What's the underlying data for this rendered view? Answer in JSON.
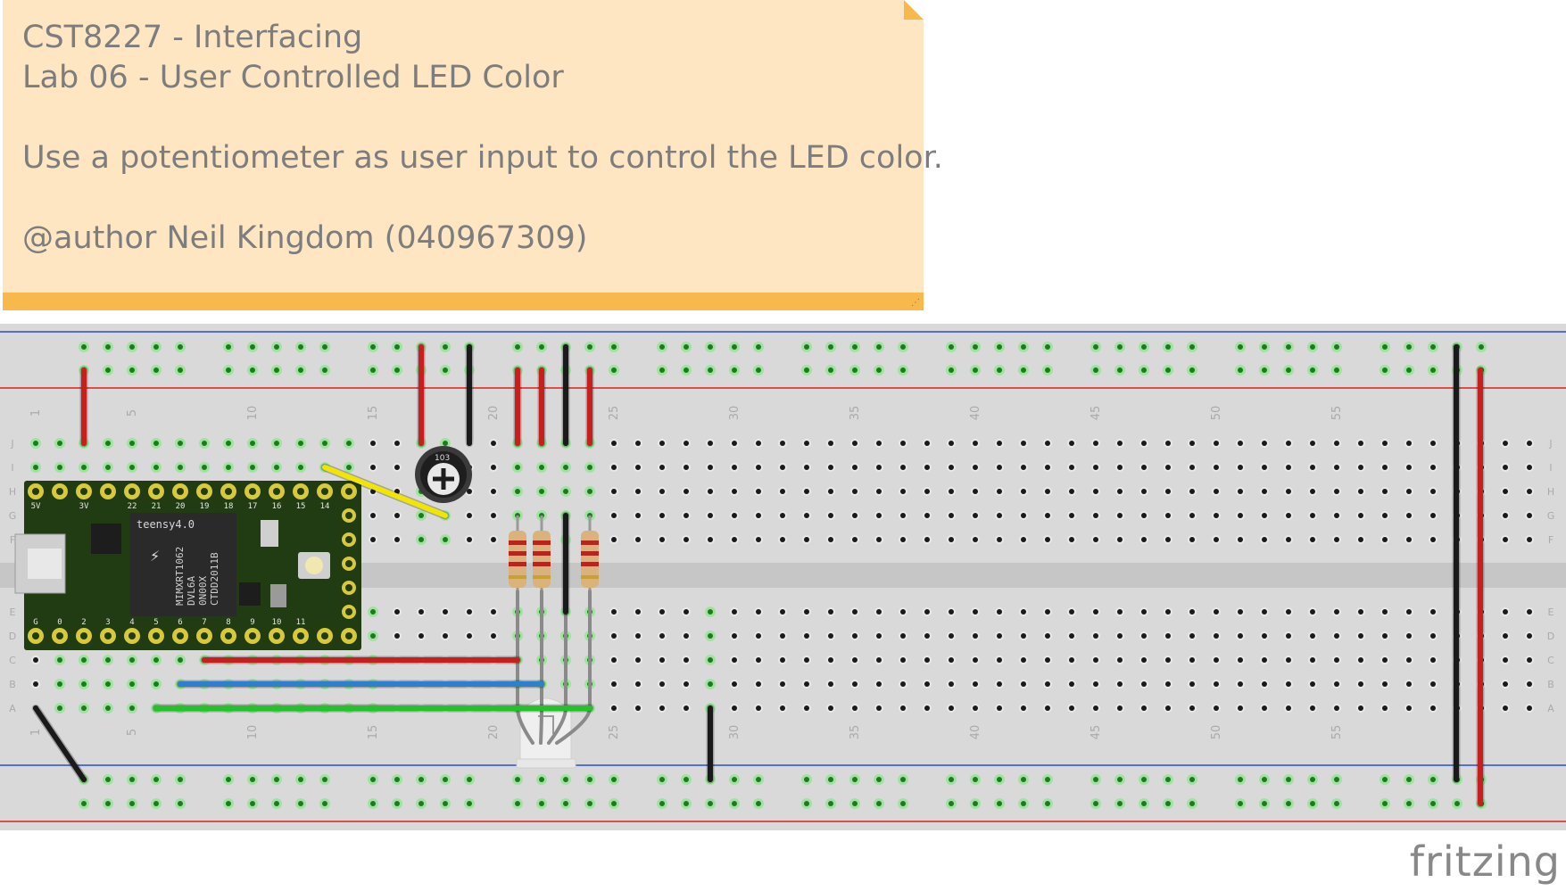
{
  "note": {
    "course": "CST8227 - Interfacing",
    "lab": "Lab 06 - User Controlled LED Color",
    "description": "Use a potentiometer as user input to control the LED color.",
    "author": "@author Neil Kingdom (040967309)"
  },
  "breadboard": {
    "row_letters_top": [
      "J",
      "I",
      "H",
      "G",
      "F"
    ],
    "row_letters_bottom": [
      "E",
      "D",
      "C",
      "B",
      "A"
    ],
    "column_numbers": [
      "1",
      "5",
      "10",
      "15",
      "20",
      "25",
      "30",
      "35",
      "40",
      "45",
      "50",
      "55"
    ]
  },
  "teensy": {
    "board_label": "teensy4.0",
    "chip_lines": [
      "MIMXRT1062",
      "DVL6A",
      "0N00X",
      "CTDD2011B"
    ],
    "top_pins": [
      "5V",
      "3V",
      "22",
      "21",
      "20",
      "19",
      "18",
      "17",
      "16",
      "15",
      "14"
    ],
    "bottom_pins": [
      "G",
      "0",
      "2",
      "3",
      "4",
      "5",
      "6",
      "7",
      "8",
      "9",
      "10",
      "11"
    ]
  },
  "potentiometer": {
    "label": "103"
  },
  "logo": "fritzing",
  "colors": {
    "note_bg": "#ffe6c2",
    "note_bar": "#f7b84c",
    "breadboard": "#d9d9d9",
    "rail_blue": "#2a4bd9",
    "rail_red": "#d92020",
    "hole_green": "#1e7a1e",
    "wire_red": "#c81e1e",
    "wire_black": "#1a1a1a",
    "wire_yellow": "#f2e600",
    "wire_blue": "#2e7fd0",
    "wire_green": "#22c22a",
    "pcb": "#213b12"
  }
}
